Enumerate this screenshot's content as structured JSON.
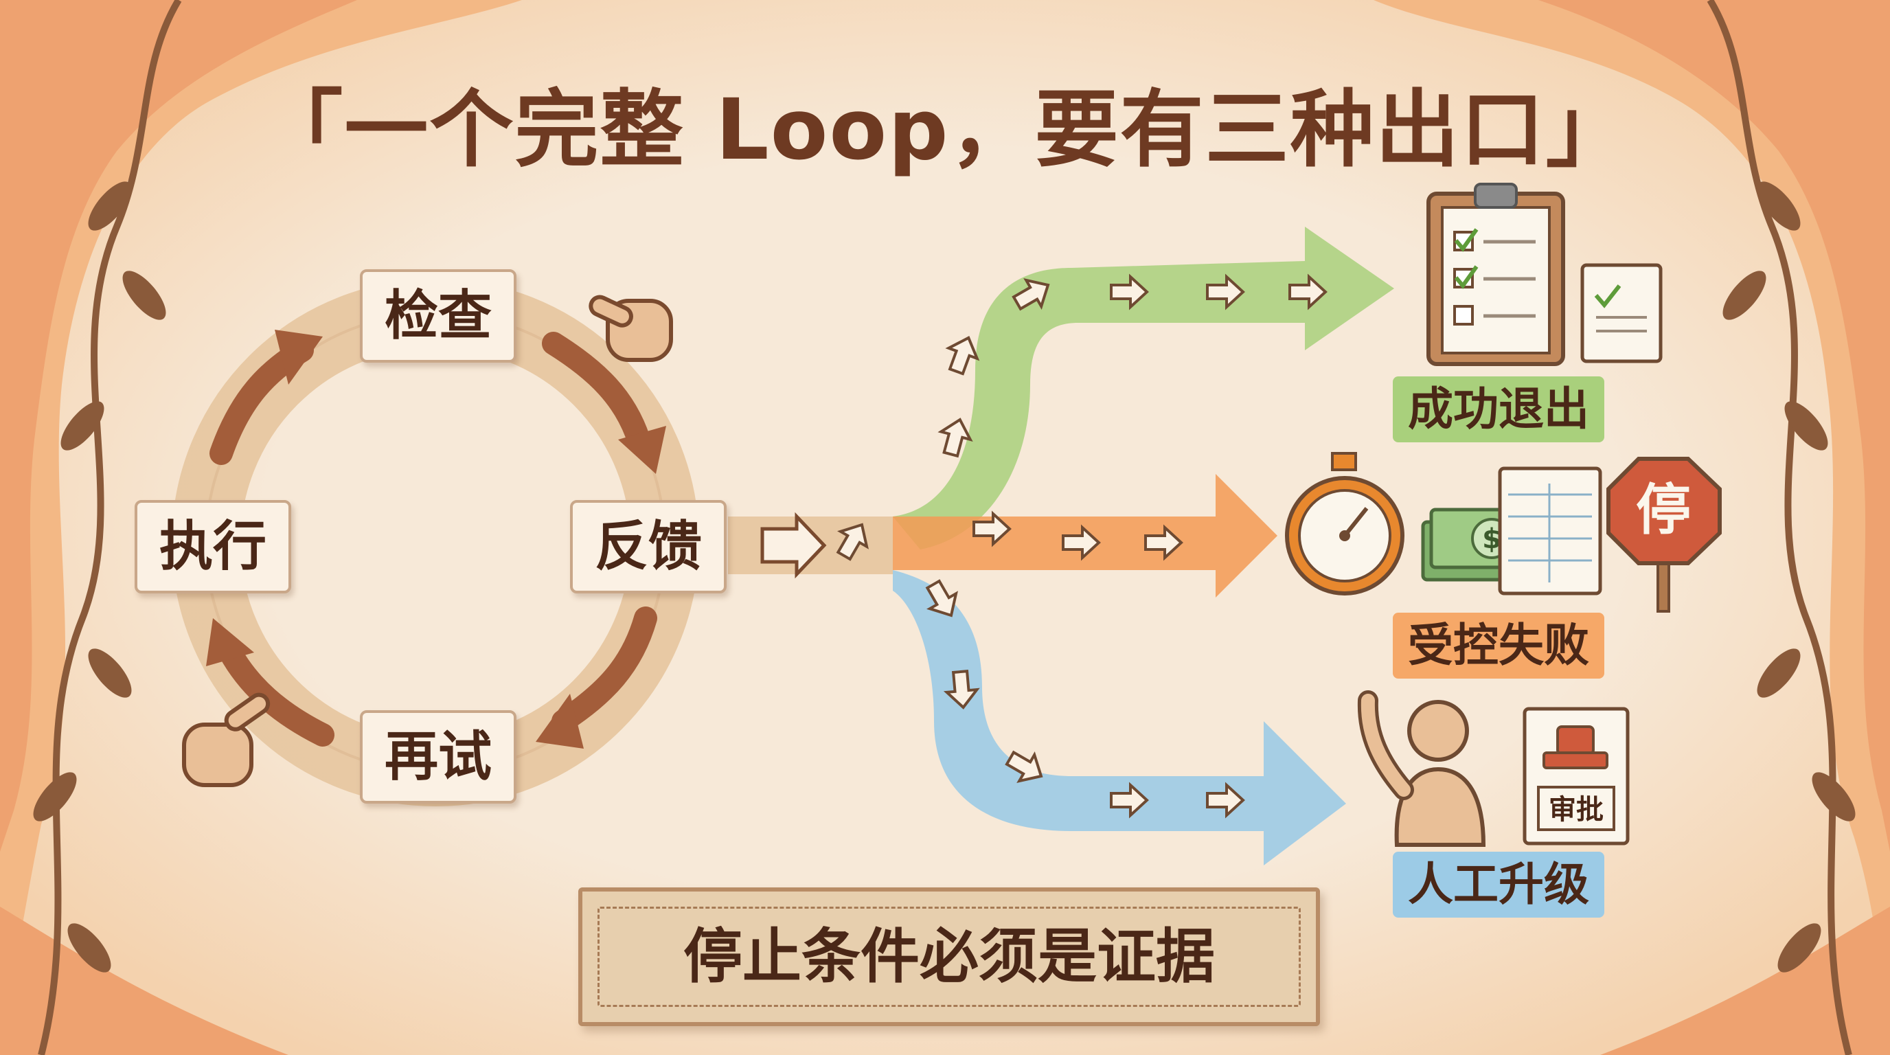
{
  "title": "「一个完整 Loop，要有三种出口」",
  "loop": {
    "check": "检查",
    "feedback": "反馈",
    "retry": "再试",
    "execute": "执行"
  },
  "outcomes": {
    "success": "成功退出",
    "controlled_failure": "受控失败",
    "human_escalation": "人工升级"
  },
  "sign_stop": "停",
  "stamp_approval": "审批",
  "money_symbol": "$",
  "footer": "停止条件必须是证据",
  "colors": {
    "background": "#f6e6d3",
    "border_orange": "#f0a76a",
    "title_brown": "#6e3a22",
    "loop_ring": "#e8c9a4",
    "loop_arrow": "#a35d3a",
    "green": "#a9d07c",
    "orange": "#f39a55",
    "blue": "#9ccbe6"
  }
}
